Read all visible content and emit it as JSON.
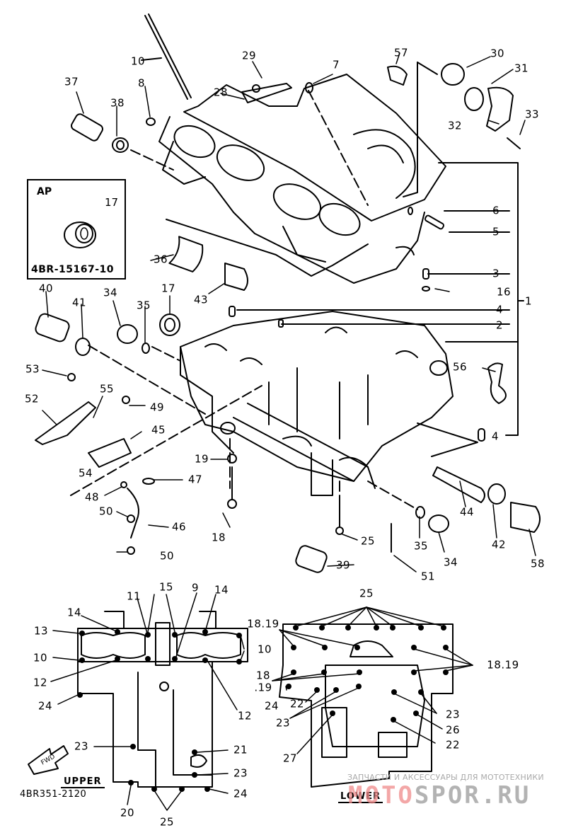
{
  "diagram": {
    "title": "Crankcase exploded parts diagram",
    "inset_box": {
      "title": "AP",
      "part_number": "17",
      "code": "4BR-15167-10"
    },
    "upper_label": "UPPER",
    "upper_code": "4BR351-2120",
    "lower_label": "LOWER",
    "fwd_label": "FWD",
    "watermark": {
      "subtitle": "ЗАПЧАСТИ И АКСЕССУАРЫ ДЛЯ МОТОТЕХНИКИ",
      "brand_left": "MOTO",
      "brand_right": "SPOR.RU"
    },
    "callouts": [
      {
        "id": "c10a",
        "text": "10"
      },
      {
        "id": "c29",
        "text": "29"
      },
      {
        "id": "c57",
        "text": "57"
      },
      {
        "id": "c30",
        "text": "30"
      },
      {
        "id": "c31",
        "text": "31"
      },
      {
        "id": "c37",
        "text": "37"
      },
      {
        "id": "c8",
        "text": "8"
      },
      {
        "id": "c28",
        "text": "28"
      },
      {
        "id": "c7",
        "text": "7"
      },
      {
        "id": "c38",
        "text": "38"
      },
      {
        "id": "c32",
        "text": "32"
      },
      {
        "id": "c33",
        "text": "33"
      },
      {
        "id": "c6",
        "text": "6"
      },
      {
        "id": "c5",
        "text": "5"
      },
      {
        "id": "c36",
        "text": "36"
      },
      {
        "id": "c3",
        "text": "3"
      },
      {
        "id": "c16",
        "text": "16"
      },
      {
        "id": "c43",
        "text": "43"
      },
      {
        "id": "c1",
        "text": "1"
      },
      {
        "id": "c4a",
        "text": "4"
      },
      {
        "id": "c2",
        "text": "2"
      },
      {
        "id": "c40",
        "text": "40"
      },
      {
        "id": "c41",
        "text": "41"
      },
      {
        "id": "c34a",
        "text": "34"
      },
      {
        "id": "c35a",
        "text": "35"
      },
      {
        "id": "c17b",
        "text": "17"
      },
      {
        "id": "c53",
        "text": "53"
      },
      {
        "id": "c56",
        "text": "56"
      },
      {
        "id": "c52",
        "text": "52"
      },
      {
        "id": "c55",
        "text": "55"
      },
      {
        "id": "c49",
        "text": "49"
      },
      {
        "id": "c45",
        "text": "45"
      },
      {
        "id": "c4b",
        "text": "4"
      },
      {
        "id": "c54",
        "text": "54"
      },
      {
        "id": "c19",
        "text": "19"
      },
      {
        "id": "c47",
        "text": "47"
      },
      {
        "id": "c48",
        "text": "48"
      },
      {
        "id": "c50a",
        "text": "50"
      },
      {
        "id": "c46",
        "text": "46"
      },
      {
        "id": "c44",
        "text": "44"
      },
      {
        "id": "c18",
        "text": "18"
      },
      {
        "id": "c25a",
        "text": "25"
      },
      {
        "id": "c35b",
        "text": "35"
      },
      {
        "id": "c42",
        "text": "42"
      },
      {
        "id": "c50b",
        "text": "50"
      },
      {
        "id": "c34b",
        "text": "34"
      },
      {
        "id": "c58",
        "text": "58"
      },
      {
        "id": "c39",
        "text": "39"
      },
      {
        "id": "c51",
        "text": "51"
      },
      {
        "id": "u15",
        "text": "15"
      },
      {
        "id": "u11",
        "text": "11"
      },
      {
        "id": "u9",
        "text": "9"
      },
      {
        "id": "u14a",
        "text": "14"
      },
      {
        "id": "u14b",
        "text": "14"
      },
      {
        "id": "u13",
        "text": "13"
      },
      {
        "id": "u10a",
        "text": "10"
      },
      {
        "id": "u10b",
        "text": "10"
      },
      {
        "id": "u12a",
        "text": "12"
      },
      {
        "id": "u12b",
        "text": "12"
      },
      {
        "id": "u24a",
        "text": "24"
      },
      {
        "id": "u23a",
        "text": "23"
      },
      {
        "id": "u21",
        "text": "21"
      },
      {
        "id": "u23b",
        "text": "23"
      },
      {
        "id": "u24b",
        "text": "24"
      },
      {
        "id": "u20",
        "text": "20"
      },
      {
        "id": "u25",
        "text": "25"
      },
      {
        "id": "l25",
        "text": "25"
      },
      {
        "id": "l1819a",
        "text": "18.19"
      },
      {
        "id": "l1819b",
        "text": "18.19"
      },
      {
        "id": "l18",
        "text": "18"
      },
      {
        "id": "l19",
        "text": ".19"
      },
      {
        "id": "l24",
        "text": "24"
      },
      {
        "id": "l22a",
        "text": "22"
      },
      {
        "id": "l23a",
        "text": "23"
      },
      {
        "id": "l23b",
        "text": "23"
      },
      {
        "id": "l26",
        "text": "26"
      },
      {
        "id": "l22b",
        "text": "22"
      },
      {
        "id": "l27",
        "text": "27"
      }
    ]
  }
}
